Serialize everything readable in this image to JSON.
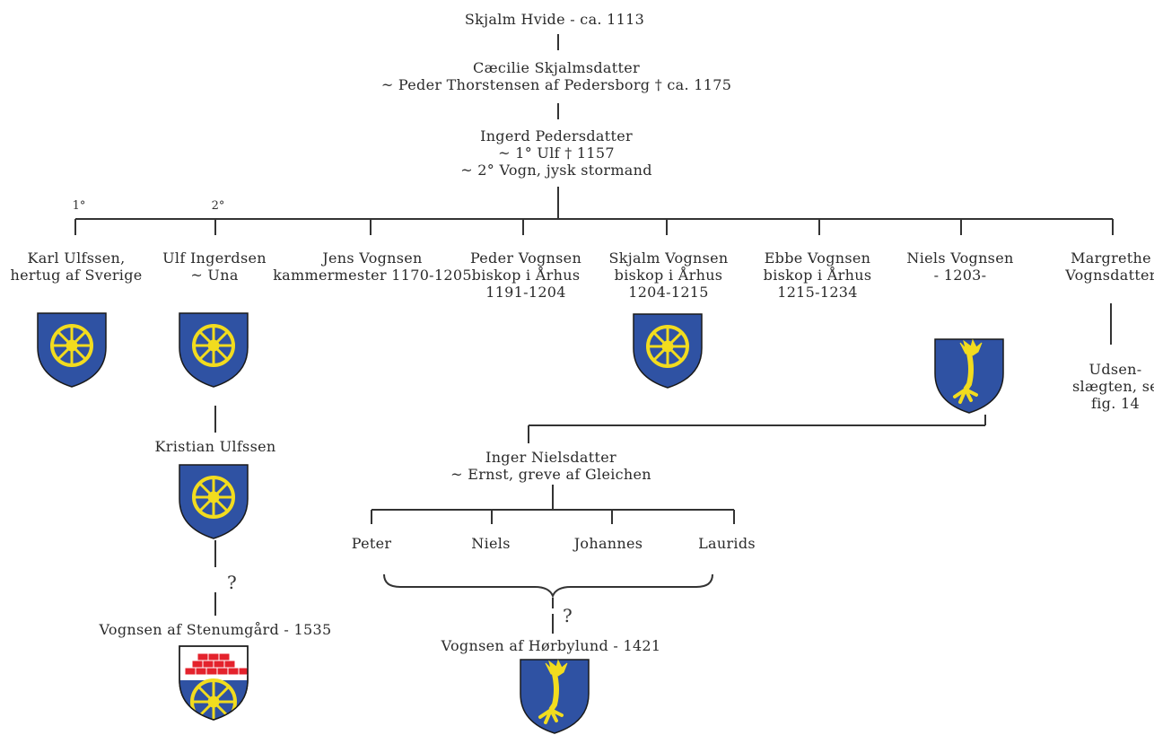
{
  "nodes": {
    "skjalm_hvide": "Skjalm Hvide - ca. 1113",
    "caecilie_1": "Cæcilie Skjalmsdatter",
    "caecilie_2": "~ Peder Thorstensen af Pedersborg † ca. 1175",
    "ingerd_1": "Ingerd Pedersdatter",
    "ingerd_2": "~ 1° Ulf † 1157",
    "ingerd_3": "~ 2° Vogn, jysk stormand",
    "karl_1": "Karl Ulfssen,",
    "karl_2": "hertug af Sverige",
    "ulf_1": "Ulf Ingerdsen",
    "ulf_2": "~ Una",
    "jens_1": "Jens Vognsen",
    "jens_2": "kammermester 1170-1205",
    "peder_1": "Peder Vognsen",
    "peder_2": "biskop i Århus",
    "peder_3": "1191-1204",
    "skjalm_v_1": "Skjalm Vognsen",
    "skjalm_v_2": "biskop i Århus",
    "skjalm_v_3": "1204-1215",
    "ebbe_1": "Ebbe Vognsen",
    "ebbe_2": "biskop i Århus",
    "ebbe_3": "1215-1234",
    "niels_v_1": "Niels Vognsen",
    "niels_v_2": "- 1203-",
    "margrethe_1": "Margrethe",
    "margrethe_2": "Vognsdatter",
    "udsen_1": "Udsen-",
    "udsen_2": "slægten, se",
    "udsen_3": "fig. 14",
    "kristian": "Kristian Ulfssen",
    "stenumgaard": "Vognsen af Stenumgård - 1535",
    "inger_1": "Inger Nielsdatter",
    "inger_2": "~ Ernst, greve af Gleichen",
    "peter": "Peter",
    "niels": "Niels",
    "johannes": "Johannes",
    "laurids": "Laurids",
    "horbylund": "Vognsen af Hørbylund - 1421"
  },
  "marks": {
    "first_marriage": "1°",
    "second_marriage": "2°",
    "uncertain_1": "?",
    "uncertain_2": "?"
  },
  "colors": {
    "shield_blue": "#2f52a3",
    "wheel_yellow": "#f2dc1e",
    "brick_red": "#e4222c",
    "line": "#333333"
  },
  "shields": {
    "wheel": [
      "Karl Ulfssen",
      "Ulf Ingerdsen",
      "Skjalm Vognsen",
      "Kristian Ulfssen"
    ],
    "griffin_leg": [
      "Niels Vognsen",
      "Vognsen af Hørbylund"
    ],
    "wall_and_wheel": [
      "Vognsen af Stenumgård"
    ]
  }
}
